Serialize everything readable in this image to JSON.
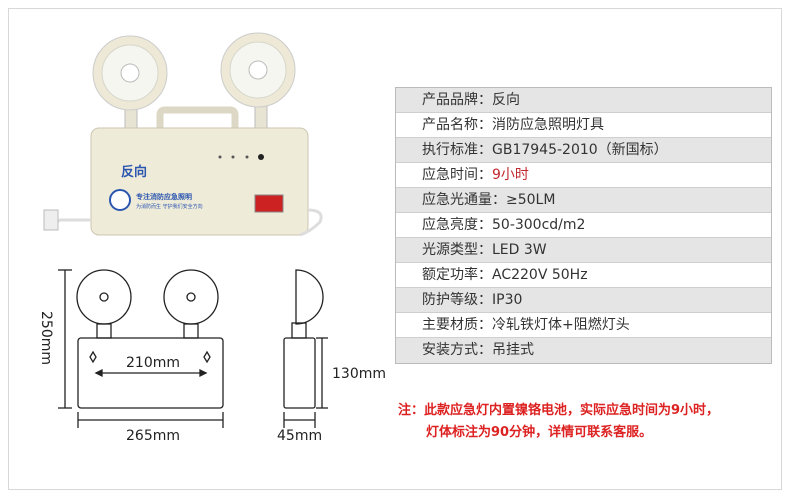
{
  "product_photo": {
    "brand_logo": "反向",
    "slogan": "专注消防应急照明",
    "subslogan": "为消防而生 守护我们安全方向"
  },
  "specs": [
    {
      "label": "产品品牌",
      "value": "反向"
    },
    {
      "label": "产品名称",
      "value": "消防应急照明灯具"
    },
    {
      "label": "执行标准",
      "value": "GB17945-2010（新国标）"
    },
    {
      "label": "应急时间",
      "value": "9小时",
      "highlight": true
    },
    {
      "label": "应急光通量",
      "value": "≥50LM"
    },
    {
      "label": "应急亮度",
      "value": "50-300cd/m2"
    },
    {
      "label": "光源类型",
      "value": "LED 3W"
    },
    {
      "label": "额定功率",
      "value": "AC220V 50Hz"
    },
    {
      "label": "防护等级",
      "value": "IP30"
    },
    {
      "label": "主要材质",
      "value": "冷轧铁灯体+阻燃灯头"
    },
    {
      "label": "安装方式",
      "value": "吊挂式"
    }
  ],
  "separator": "：",
  "note": {
    "line1": "注：此款应急灯内置镍铬电池，实际应急时间为9小时，",
    "line2": "灯体标注为90分钟，详情可联系客服。"
  },
  "dimensions": {
    "height": "250mm",
    "inner_width": "210mm",
    "width": "265mm",
    "body_height": "130mm",
    "depth": "45mm"
  },
  "colors": {
    "accent_red": "#d22222",
    "row_gray": "#e5e5e5"
  }
}
